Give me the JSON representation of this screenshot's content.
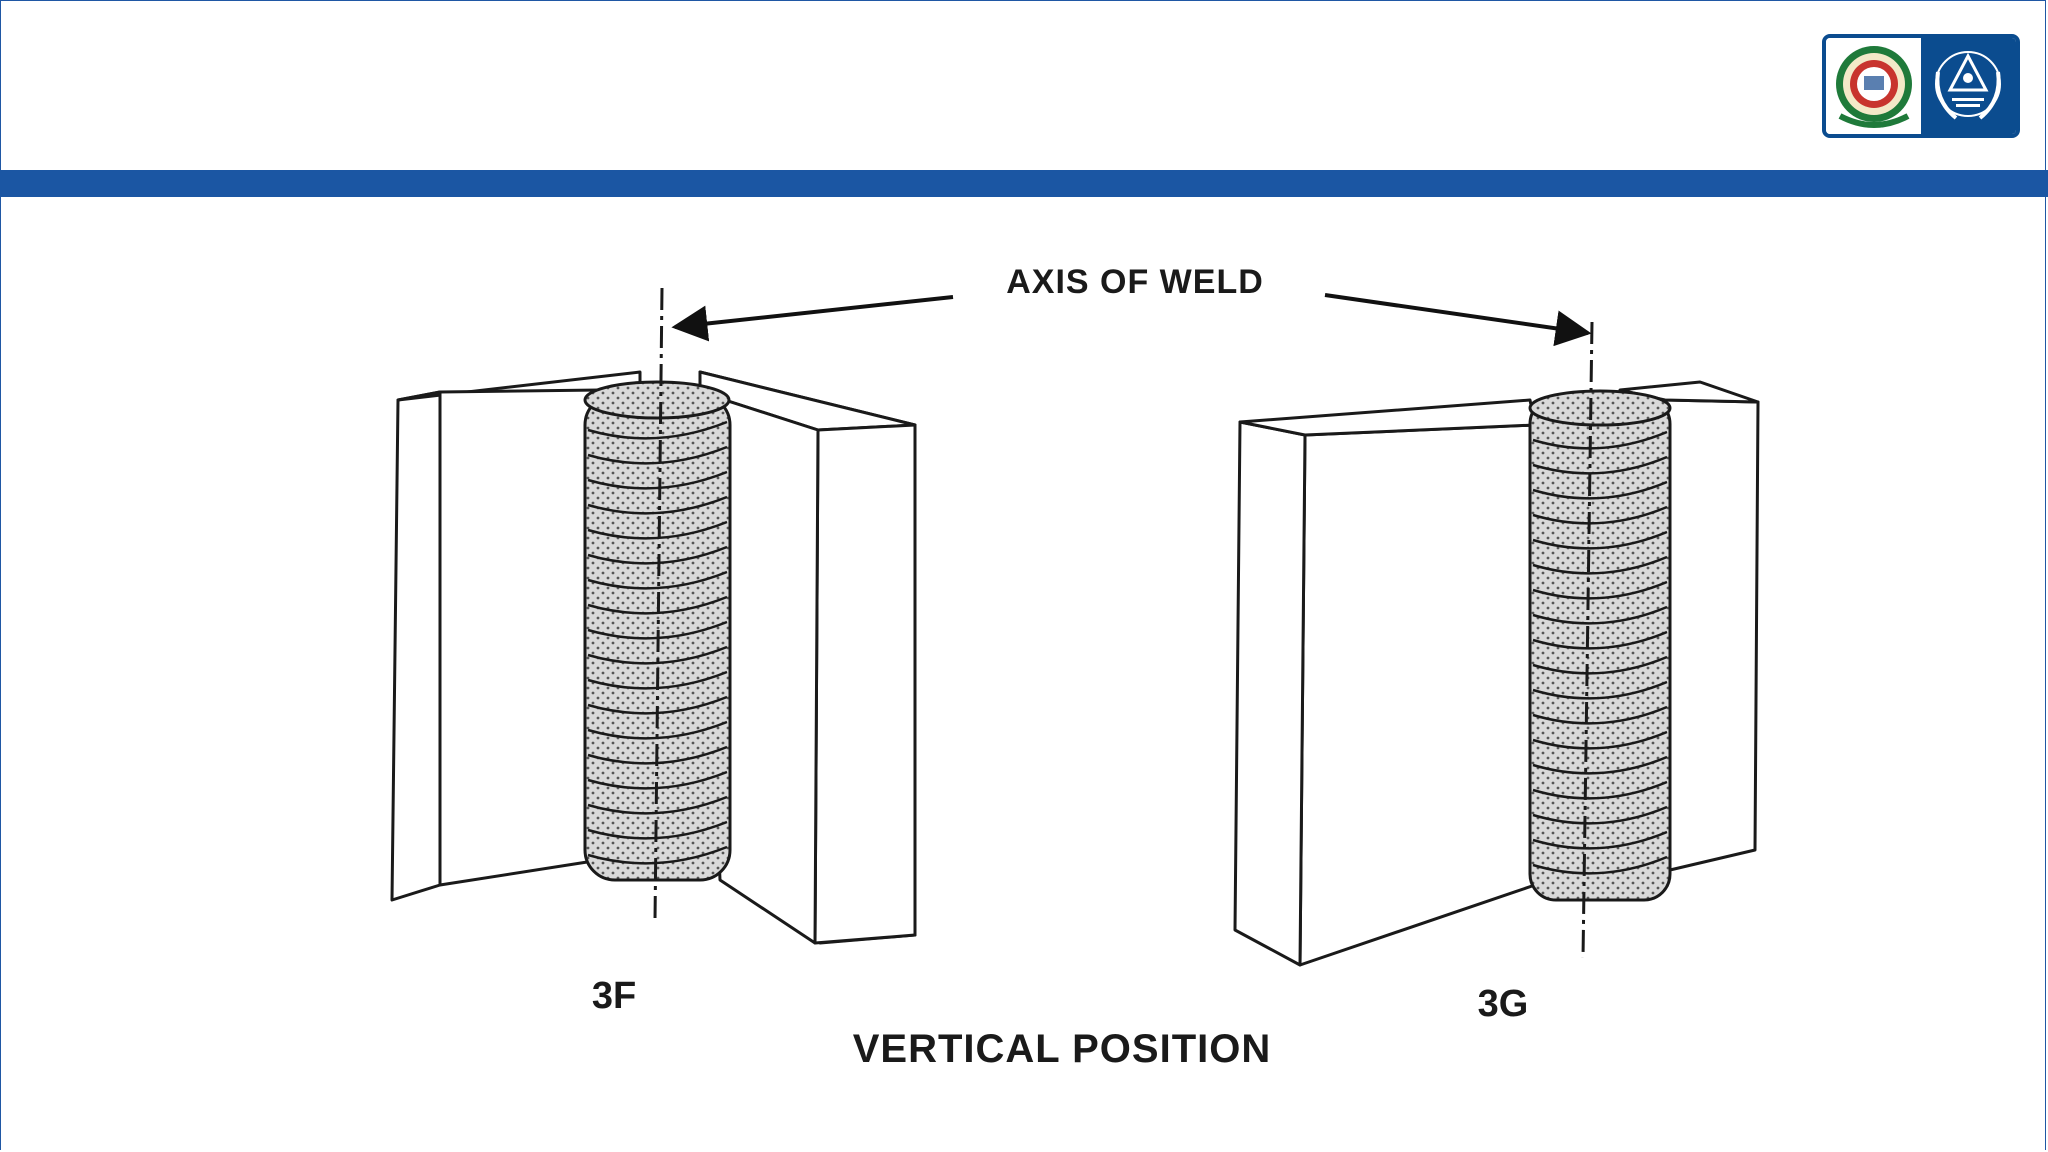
{
  "slide": {
    "colors": {
      "accent": "#1b56a3",
      "logo_green": "#1f7a3a",
      "logo_blue": "#0b4c8f"
    }
  },
  "logo": {
    "left_emblem_icon": "university-seal-icon",
    "right_emblem_icon": "department-emblem-icon"
  },
  "diagram": {
    "axis_label": "AXIS OF WELD",
    "left_label": "3F",
    "right_label": "3G",
    "caption": "VERTICAL POSITION"
  }
}
